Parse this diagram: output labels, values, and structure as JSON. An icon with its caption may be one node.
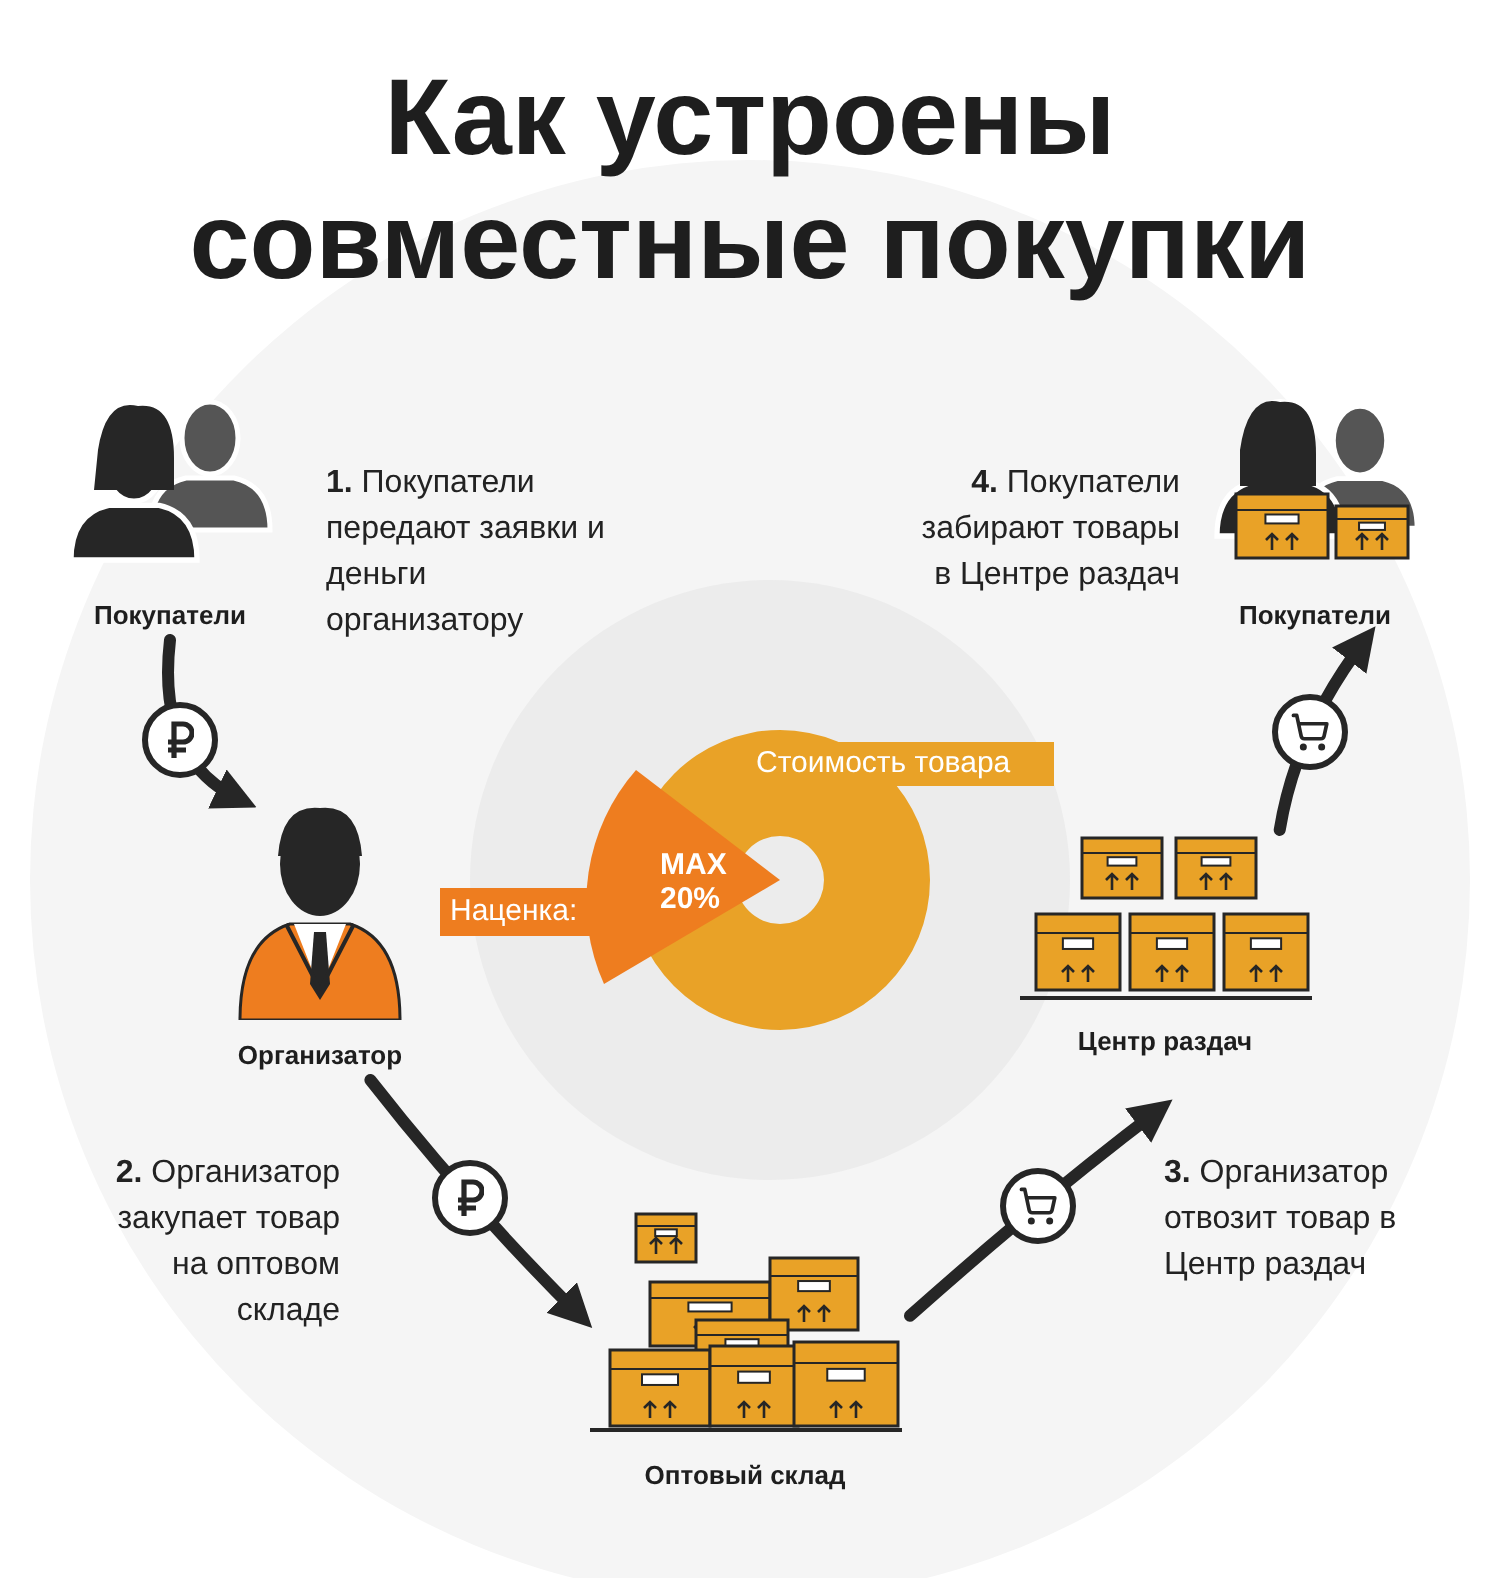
{
  "diagram": {
    "title": "Как устроены совместные покупки",
    "nodes": [
      {
        "text": [
          "Покупатели"
        ]
      },
      {
        "text": [
          "Организатор"
        ]
      },
      {
        "text": [
          "Оптовый склад"
        ]
      },
      {
        "text": [
          "Центр раздач"
        ]
      },
      {
        "text": [
          "Покупатели"
        ]
      }
    ],
    "edges": [
      {
        "from": 0,
        "to": 1,
        "arrow": "to"
      },
      {
        "from": 1,
        "to": 2,
        "arrow": "to"
      },
      {
        "from": 2,
        "to": 3,
        "arrow": "to"
      },
      {
        "from": 3,
        "to": 4,
        "arrow": "to"
      }
    ],
    "labels": [
      "**1.** Покупатели передают заявки и деньги организатору",
      "**4.** Покупатели забирают товары в Центре раздач",
      "Стоимость товара",
      "Наценка:",
      "MAX 20%",
      "**2.** Организатор закупает товар на оптовом складе",
      "**3.** Организатор отвозит товар в Центр раздач"
    ]
  }
}
